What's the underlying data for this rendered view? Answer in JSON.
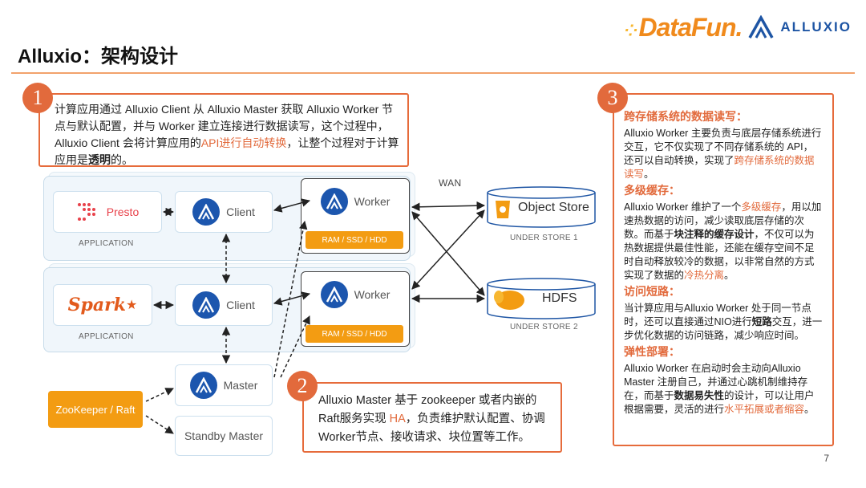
{
  "slide": {
    "title": "Alluxio：架构设计",
    "page_number": "7"
  },
  "logo": {
    "datafun": "DataFun.",
    "alluxio": "ALLUXIO"
  },
  "callout1": {
    "number": "1",
    "text_a": "计算应用通过 Alluxio Client 从 Alluxio Master 获取 Alluxio Worker 节点与默认配置，并与 Worker 建立连接进行数据读写，这个过程中，Alluxio Client 会将计算应用的",
    "highlight": "API进行自动转换",
    "text_b": "，让整个过程对于计算应用是",
    "bold": "透明",
    "text_c": "的。"
  },
  "callout2": {
    "number": "2",
    "text_a": "Alluxio Master 基于 zookeeper 或者内嵌的 Raft服务实现 ",
    "highlight": "HA",
    "text_b": "，负责维护默认配置、协调Worker节点、接收请求、块位置等工作。"
  },
  "callout3": {
    "number": "3",
    "s1_title": "跨存储系统的数据读写：",
    "s1_text": "Alluxio Worker 主要负责与底层存储系统进行交互，它不仅实现了不同存储系统的 API，还可以自动转换，实现了",
    "s1_highlight": "跨存储系统的数据读写",
    "s1_end": "。",
    "s2_title": "多级缓存：",
    "s2_text_a": "Alluxio Worker 维护了一个",
    "s2_highlight1": "多级缓存",
    "s2_text_b": "，用以加速热数据的访问，减少读取底层存储的次数。而基于",
    "s2_bold": "块注释的缓存设计",
    "s2_text_c": "，不仅可以为热数据提供最佳性能，还能在缓存空间不足时自动释放较冷的数据，以非常自然的方式实现了数据的",
    "s2_highlight2": "冷热分离",
    "s2_end": "。",
    "s3_title": "访问短路：",
    "s3_text_a": "当计算应用与Alluxio Worker 处于同一节点时，还可以直接通过NIO进行",
    "s3_bold": "短路",
    "s3_text_b": "交互，进一步优化数据的访问链路，减少响应时间。",
    "s4_title": "弹性部署：",
    "s4_text_a": "Alluxio Worker 在启动时会主动向Alluxio Master 注册自己，并通过心跳机制维持存在，而基于",
    "s4_bold": "数据易失性",
    "s4_text_b": "的设计，可以让用户根据需要，灵活的进行",
    "s4_highlight": "水平拓展或者缩容",
    "s4_end": "。"
  },
  "diagram": {
    "app1": {
      "name": "Presto",
      "label": "APPLICATION"
    },
    "app2": {
      "name": "Spark",
      "label": "APPLICATION"
    },
    "client1": "Client",
    "client2": "Client",
    "worker1": "Worker",
    "worker2": "Worker",
    "ram1": "RAM / SSD / HDD",
    "ram2": "RAM / SSD / HDD",
    "wan": "WAN",
    "store1": {
      "name": "Object Store",
      "label": "UNDER STORE 1"
    },
    "store2": {
      "name": "HDFS",
      "label": "UNDER STORE 2"
    },
    "master": "Master",
    "standby": "Standby Master",
    "zookeeper": "ZooKeeper / Raft"
  },
  "colors": {
    "accent": "#e26a3c",
    "alluxio_blue": "#1c56ae",
    "storage_orange": "#f39c12",
    "panel_bg": "#f0f6fb"
  }
}
